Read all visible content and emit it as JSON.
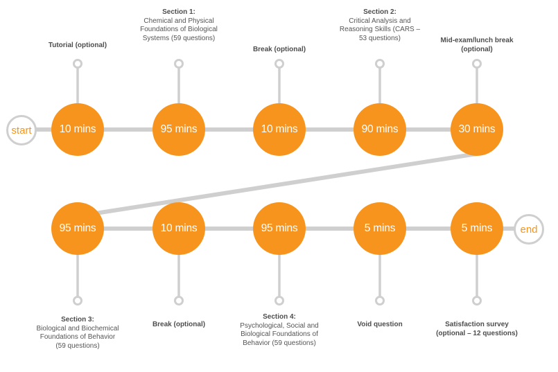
{
  "terminals": {
    "start": "start",
    "end": "end"
  },
  "row1": [
    {
      "duration": "10 mins",
      "title": "Tutorial (optional)",
      "desc": ""
    },
    {
      "duration": "95 mins",
      "title": "Section 1:",
      "desc": "Chemical and Physical Foundations of Biological Systems (59 questions)"
    },
    {
      "duration": "10 mins",
      "title": "Break (optional)",
      "desc": ""
    },
    {
      "duration": "90 mins",
      "title": "Section 2:",
      "desc": "Critical Analysis and Reasoning Skills (CARS – 53 questions)"
    },
    {
      "duration": "30 mins",
      "title": "Mid-exam/lunch break (optional)",
      "desc": ""
    }
  ],
  "row2": [
    {
      "duration": "95 mins",
      "title": "Section 3:",
      "desc": "Biological and Biochemical Foundations of Behavior (59 questions)"
    },
    {
      "duration": "10 mins",
      "title": "Break (optional)",
      "desc": ""
    },
    {
      "duration": "95 mins",
      "title": "Section 4:",
      "desc": "Psychological, Social and Biological Foundations of Behavior (59 questions)"
    },
    {
      "duration": "5 mins",
      "title": "Void question",
      "desc": ""
    },
    {
      "duration": "5 mins",
      "title": "Satisfaction survey (optional – 12 questions)",
      "desc": ""
    }
  ],
  "colors": {
    "accent": "#f7941d",
    "line": "#cfcfcf",
    "text": "#555555"
  }
}
